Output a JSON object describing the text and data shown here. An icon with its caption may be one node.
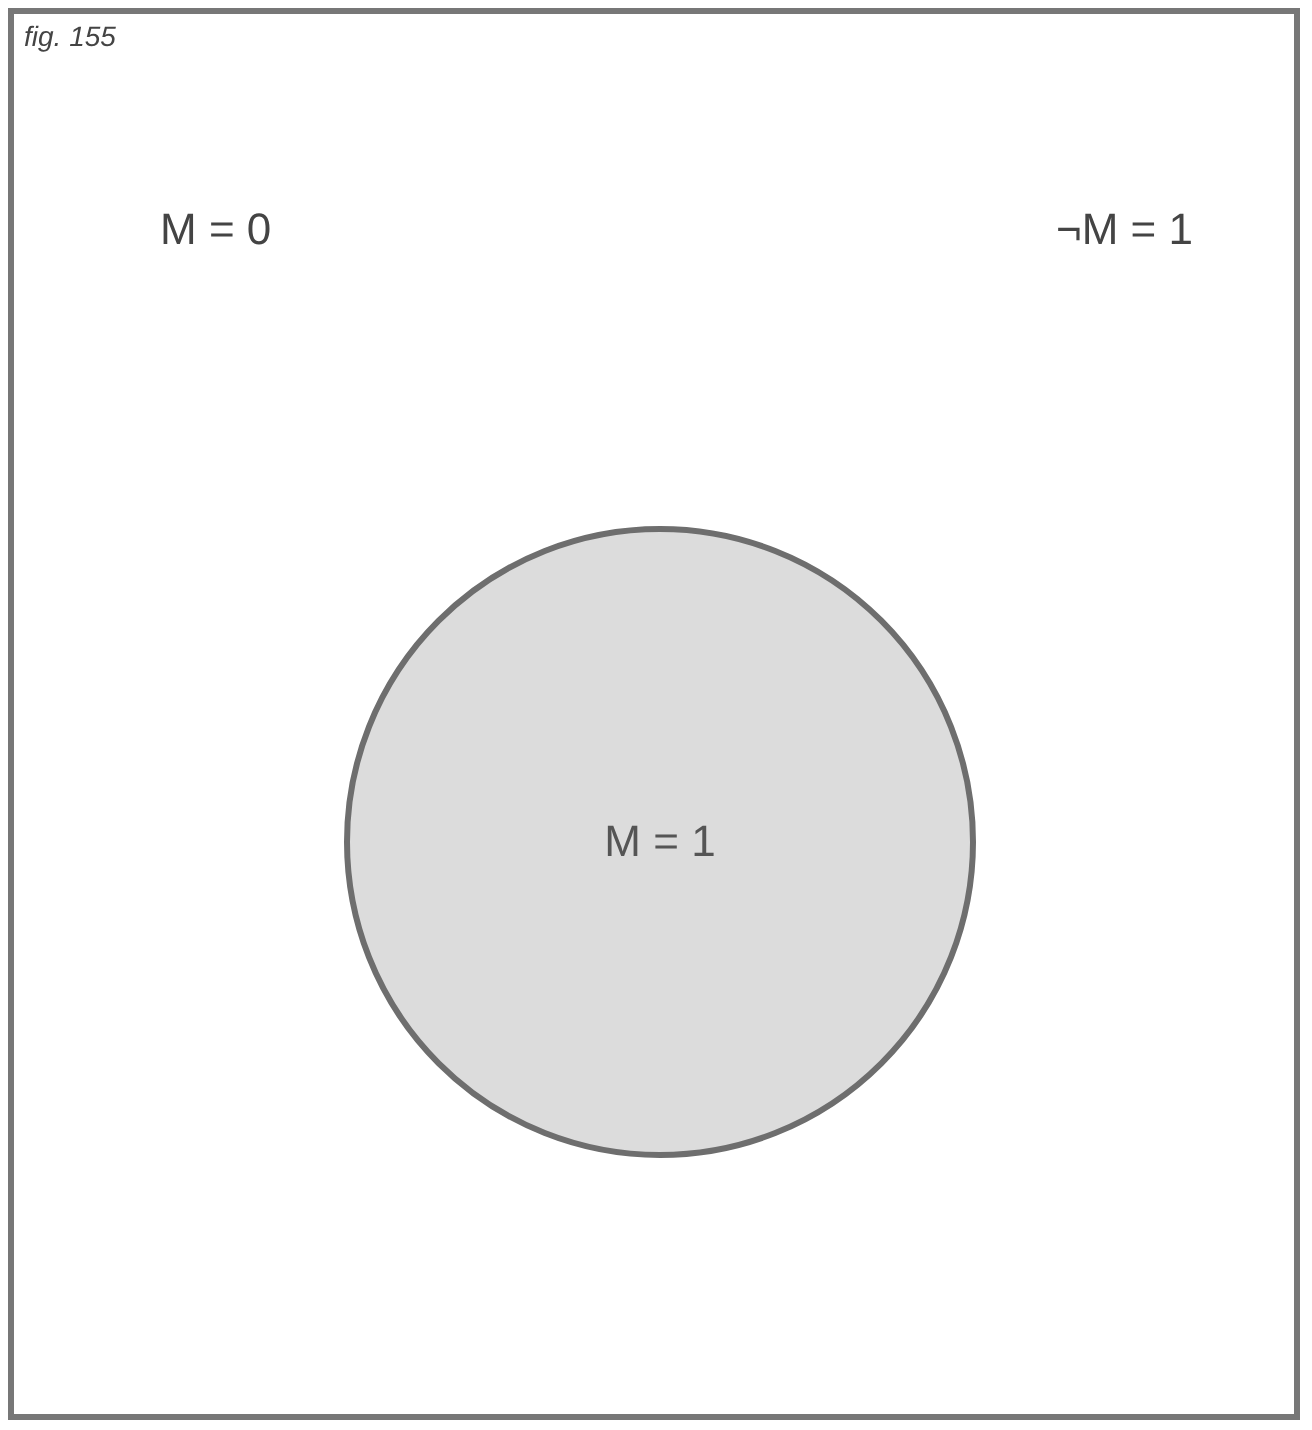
{
  "diagram": {
    "nodes": [
      {
        "text": [],
        "shape": "box"
      },
      {
        "text": [
          "M = 1"
        ],
        "in": 0
      }
    ],
    "labels": [
      "fig. 155",
      "M = 0",
      "¬M = 1"
    ]
  }
}
